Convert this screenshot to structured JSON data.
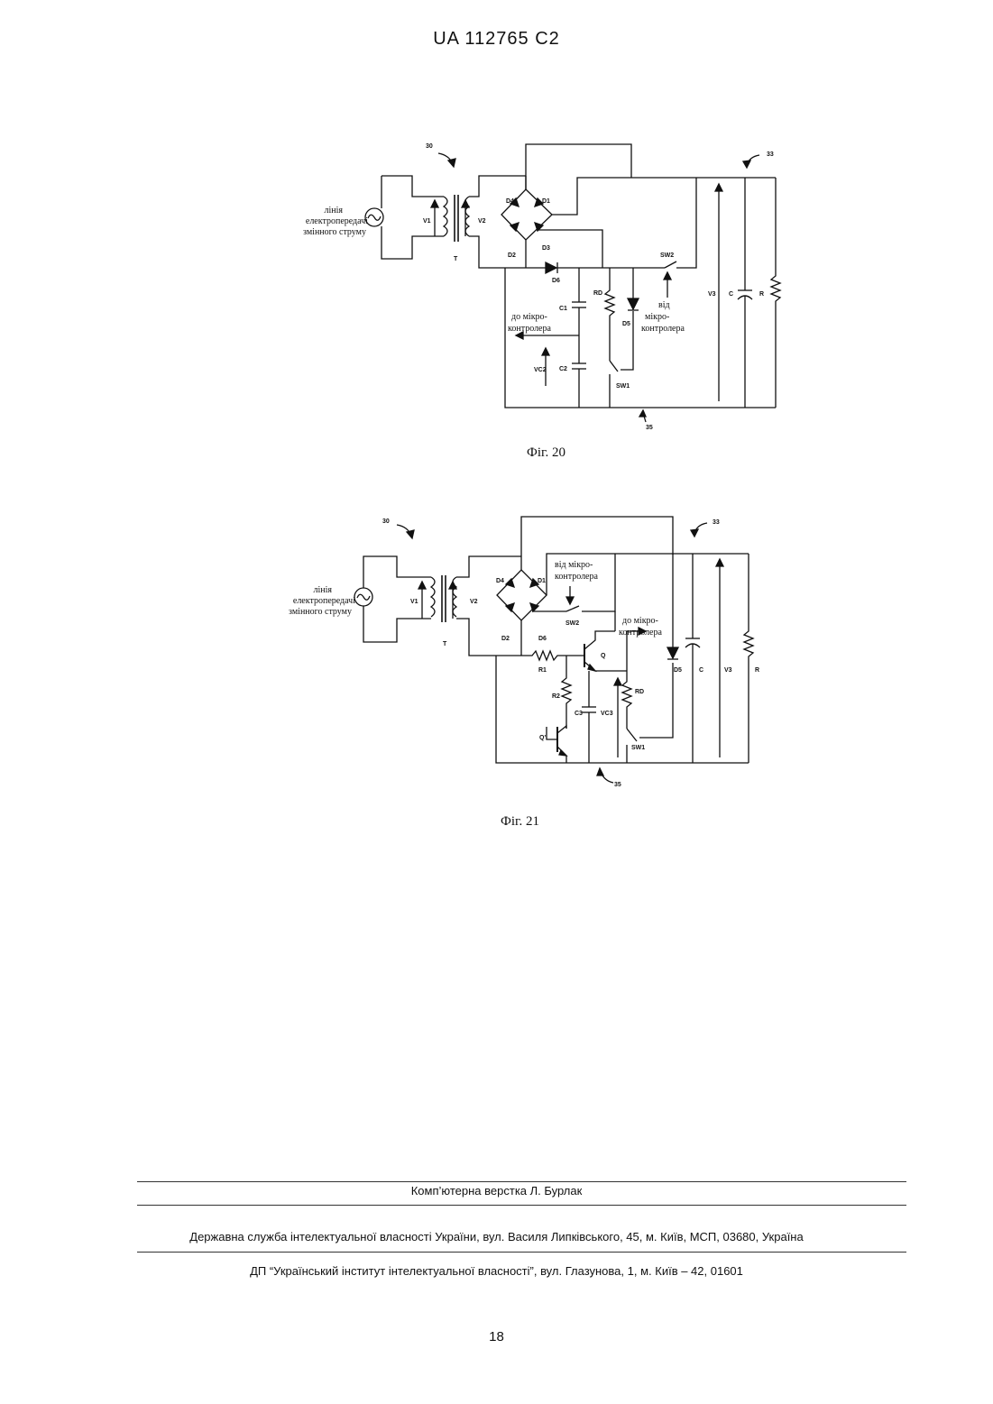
{
  "header": {
    "doc_id": "UA   112765   C2"
  },
  "fig20": {
    "caption": "Фіг. 20",
    "source_label": [
      "лінія",
      "електропередачі",
      "змінного струму"
    ],
    "to_mcu": [
      "до мікро-",
      "контролера"
    ],
    "from_mcu": [
      "від",
      "мікро-",
      "контролера"
    ],
    "labels": {
      "ref30": "30",
      "ref33": "33",
      "ref35": "35",
      "V1": "V1",
      "V2": "V2",
      "T": "T",
      "D1": "D1",
      "D2": "D2",
      "D3": "D3",
      "D4": "D4",
      "D5": "D5",
      "D6": "D6",
      "C1": "C1",
      "C2": "C2",
      "RD": "RD",
      "SW1": "SW1",
      "SW2": "SW2",
      "VC2": "VC2",
      "V3": "V3",
      "C": "C",
      "R": "R"
    }
  },
  "fig21": {
    "caption": "Фіг. 21",
    "source_label": [
      "лінія",
      "електропередачі",
      "змінного струму"
    ],
    "from_mcu": [
      "від мікро-",
      "контролера"
    ],
    "to_mcu": [
      "до мікро-",
      "контролера"
    ],
    "labels": {
      "ref30": "30",
      "ref33": "33",
      "ref35": "35",
      "V1": "V1",
      "V2": "V2",
      "T": "T",
      "D1": "D1",
      "D2": "D2",
      "D4": "D4",
      "D5": "D5",
      "D6": "D6",
      "R1": "R1",
      "R2": "R2",
      "Q": "Q",
      "Qp": "Q'",
      "C3": "C3",
      "VC3": "VC3",
      "RD": "RD",
      "SW1": "SW1",
      "SW2": "SW2",
      "V3": "V3",
      "C": "C",
      "R": "R"
    }
  },
  "footer": {
    "layout_credit": "Комп’ютерна верстка Л. Бурлак",
    "agency": "Державна служба інтелектуальної власності України, вул. Василя Липківського, 45, м. Київ, МСП, 03680, Україна",
    "institute": "ДП “Український інститут інтелектуальної власності”, вул. Глазунова, 1, м. Київ – 42, 01601",
    "page_number": "18"
  }
}
